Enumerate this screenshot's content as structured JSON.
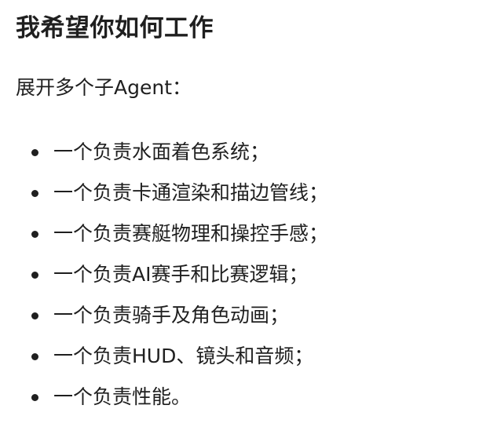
{
  "document": {
    "heading": "我希望你如何工作",
    "intro": "展开多个子Agent：",
    "items": [
      "一个负责水面着色系统；",
      "一个负责卡通渲染和描边管线；",
      "一个负责赛艇物理和操控手感；",
      "一个负责AI赛手和比赛逻辑；",
      "一个负责骑手及角色动画；",
      "一个负责HUD、镜头和音频；",
      "一个负责性能。"
    ]
  }
}
